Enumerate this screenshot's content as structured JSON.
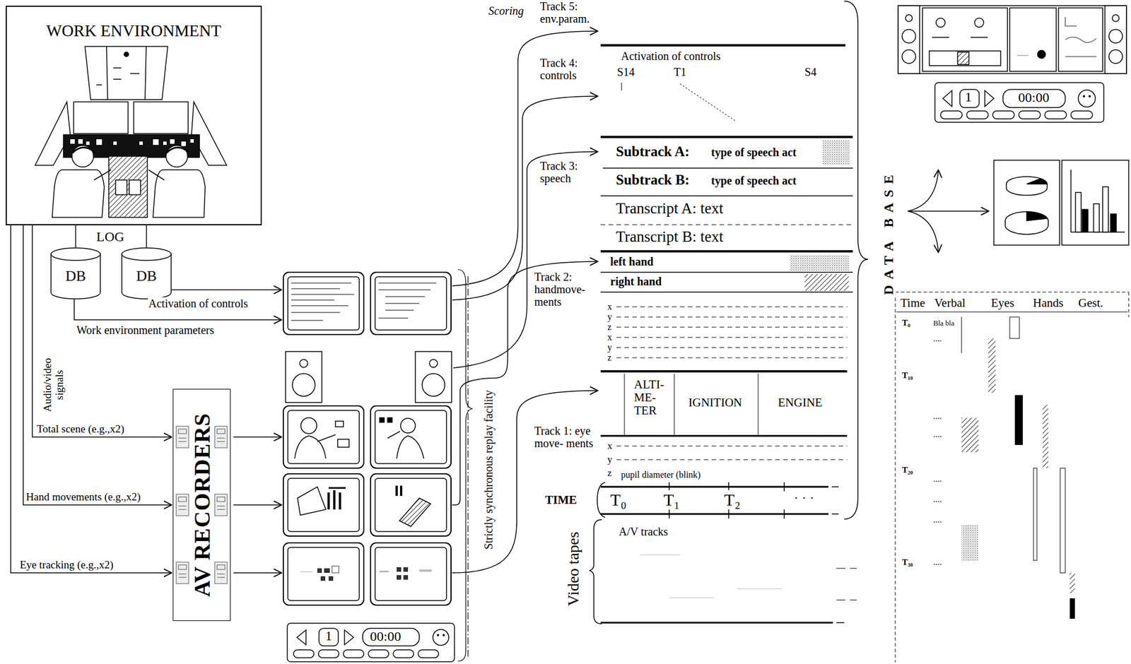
{
  "diagram": {
    "nodes": [
      {
        "text": [
          "WORK ENVIRONMENT"
        ]
      },
      {
        "text": [
          "DB"
        ]
      },
      {
        "text": [
          "DB"
        ]
      },
      {
        "text": [
          "AV RECORDERS"
        ]
      }
    ],
    "edges": [
      {
        "from": 0,
        "to": 1,
        "arrow": "none"
      },
      {
        "from": 0,
        "to": 2,
        "arrow": "none"
      },
      {
        "from": 0,
        "to": 3,
        "arrow": "to",
        "label": "Total scene (e.g.,x2)"
      },
      {
        "from": 0,
        "to": 3,
        "arrow": "to",
        "label": "Hand movements (e.g.,x2)"
      },
      {
        "from": 0,
        "to": 3,
        "arrow": "to",
        "label": "Eye tracking (e.g.,x2)"
      }
    ],
    "labels": [
      "LOG",
      "Activation of controls",
      "Work environment parameters",
      "Audio/video signals",
      "1",
      "00:00",
      "Strictly synchronous replay facility",
      "Scoring",
      "Track 5: env.param.",
      "Track 4: controls",
      "Track 3: speech",
      "Track 2: handmove- ments",
      "Track 1: eye move- ments",
      "Activation of controls",
      "S14",
      "T1",
      "S4",
      "Subtrack A:",
      "type of speech act",
      "Subtrack B:",
      "type of speech act",
      "Transcript A: text",
      "Transcript B: text",
      "left hand",
      "right hand",
      "x",
      "y",
      "z",
      "x",
      "y",
      "z",
      "ALTI- ME- TER",
      "IGNITION",
      "ENGINE",
      "x",
      "y",
      "z",
      "pupil diameter (blink)",
      "TIME",
      "T₀",
      "T₁",
      "T₂",
      "· · ·",
      "A/V tracks",
      "Video tapes",
      "DATA BASE",
      "1",
      "00:00",
      "Time",
      "Verbal",
      "Eyes",
      "Hands",
      "Gest.",
      "T₀",
      "Bla bla",
      "....",
      "T₁₀",
      "....",
      "....",
      "T₂₀",
      "....",
      "....",
      "....",
      "T₃₀",
      "...."
    ]
  }
}
